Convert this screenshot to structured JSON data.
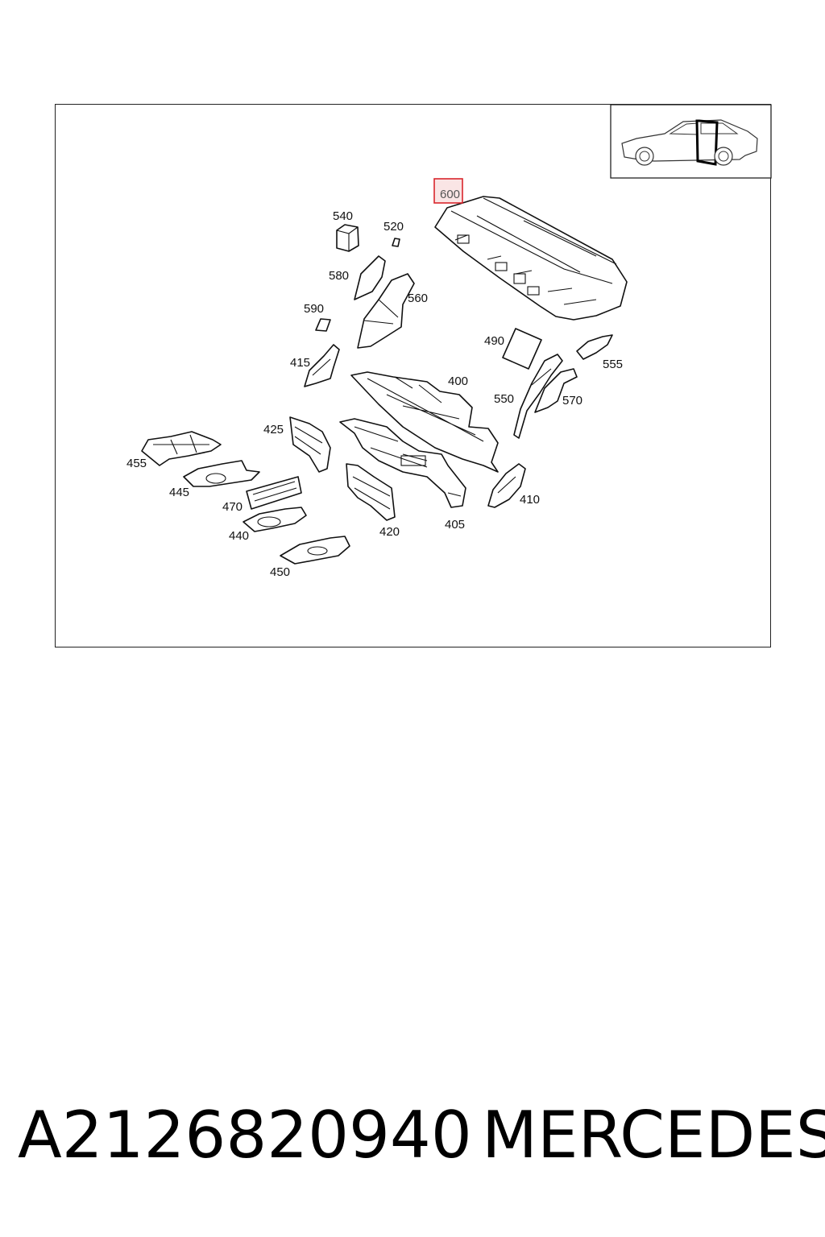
{
  "diagram": {
    "highlighted_callout": "600",
    "callouts": {
      "c600": "600",
      "c540": "540",
      "c520": "520",
      "c580": "580",
      "c560": "560",
      "c590": "590",
      "c415": "415",
      "c490": "490",
      "c555": "555",
      "c400": "400",
      "c550": "550",
      "c570": "570",
      "c425": "425",
      "c455": "455",
      "c445": "445",
      "c470": "470",
      "c440": "440",
      "c450": "450",
      "c420": "420",
      "c405": "405",
      "c410": "410"
    },
    "highlight_color": "#d9262c",
    "icons": [
      "car-thumbnail-icon"
    ]
  },
  "caption": {
    "part_number": "A2126820940",
    "brand": "MERCEDES"
  }
}
